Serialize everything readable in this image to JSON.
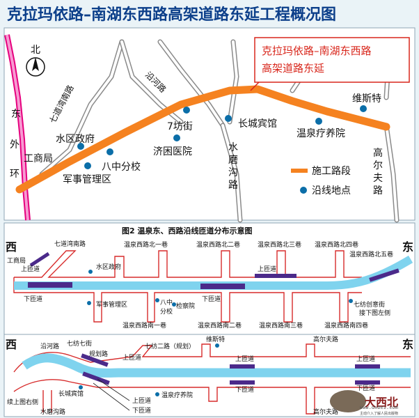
{
  "title": "克拉玛依路–南湖东西路高架道路东延工程概况图",
  "map1": {
    "north": "北",
    "callout_line1": "克拉玛依路–南湖东西路",
    "callout_line2": "高架道路东延",
    "roads": {
      "yanhe": "沿河路",
      "qidaowan": "七道湾南路",
      "dong": "东",
      "wai": "外",
      "huan": "环",
      "gongshangju": "工商局",
      "shuimo_1": "水",
      "shuimo_2": "磨",
      "shuimo_3": "沟",
      "shuimo_4": "路",
      "gaoer_1": "高",
      "gaoer_2": "尔",
      "gaoer_3": "夫",
      "gaoer_4": "路"
    },
    "places": {
      "shuiqu": "水区政府",
      "bazhong": "八中分校",
      "junshi": "军事管理区",
      "qifang": "7坊街",
      "jikun": "济困医院",
      "changcheng": "长城宾馆",
      "wenquan": "温泉疗养院",
      "weisite": "维斯特"
    },
    "legend": {
      "construction": "施工路段",
      "landmark": "沿线地点"
    }
  },
  "map2": {
    "caption": "图2 温泉东、西路沿线匝道分布示意图",
    "west": "西",
    "east": "东",
    "labels": {
      "qidaowan": "七道湾南路",
      "gongshangju": "工商局",
      "shangzadao": "上匝道",
      "xiazadao": "下匝道",
      "shuiqu": "水区政府",
      "bei1": "温泉西路北一巷",
      "bei2": "温泉西路北二巷",
      "bei3": "温泉西路北三巷",
      "bei4": "温泉西路北四巷",
      "bei5": "温泉西路北五巷",
      "junshi": "军事管理区",
      "bazhong_1": "八中",
      "bazhong_2": "分校",
      "jianchayuan": "检察院",
      "nan1": "温泉西路南一巷",
      "nan2": "温泉西路南二巷",
      "nan3": "温泉西路南三巷",
      "nan4": "温泉西路南四巷",
      "qifang_chuangyi": "七纺创意街",
      "jie_xia": "接下图左侧"
    }
  },
  "map3": {
    "west": "西",
    "east": "东",
    "labels": {
      "yanhe": "沿河路",
      "qifang_qi": "七纺七街",
      "guihua": "规划路",
      "qifang_er": "七纺二路（规划）",
      "weisite": "维斯特",
      "gaoer": "高尔夫路",
      "gaoer_bottom": "高尔夫路",
      "changcheng": "长城宾馆",
      "wenquan": "温泉疗养院",
      "xu_shangtu": "续上图右侧",
      "shuimo": "水磨沟路",
      "shangzadao": "上匝道",
      "xiazadao": "下匝道"
    }
  },
  "watermark": {
    "logo": "大西北",
    "tagline": "主动介入了解人民出版物",
    "url": "www.dxbei.com"
  },
  "colors": {
    "title": "#0c3f8a",
    "construction": "#f58220",
    "highlight_road": "#e6007e",
    "road_outline": "#d72b2b",
    "viaduct": "#7fd3ee",
    "ramp": "#4b2a8a",
    "callout": "#d8261b"
  }
}
